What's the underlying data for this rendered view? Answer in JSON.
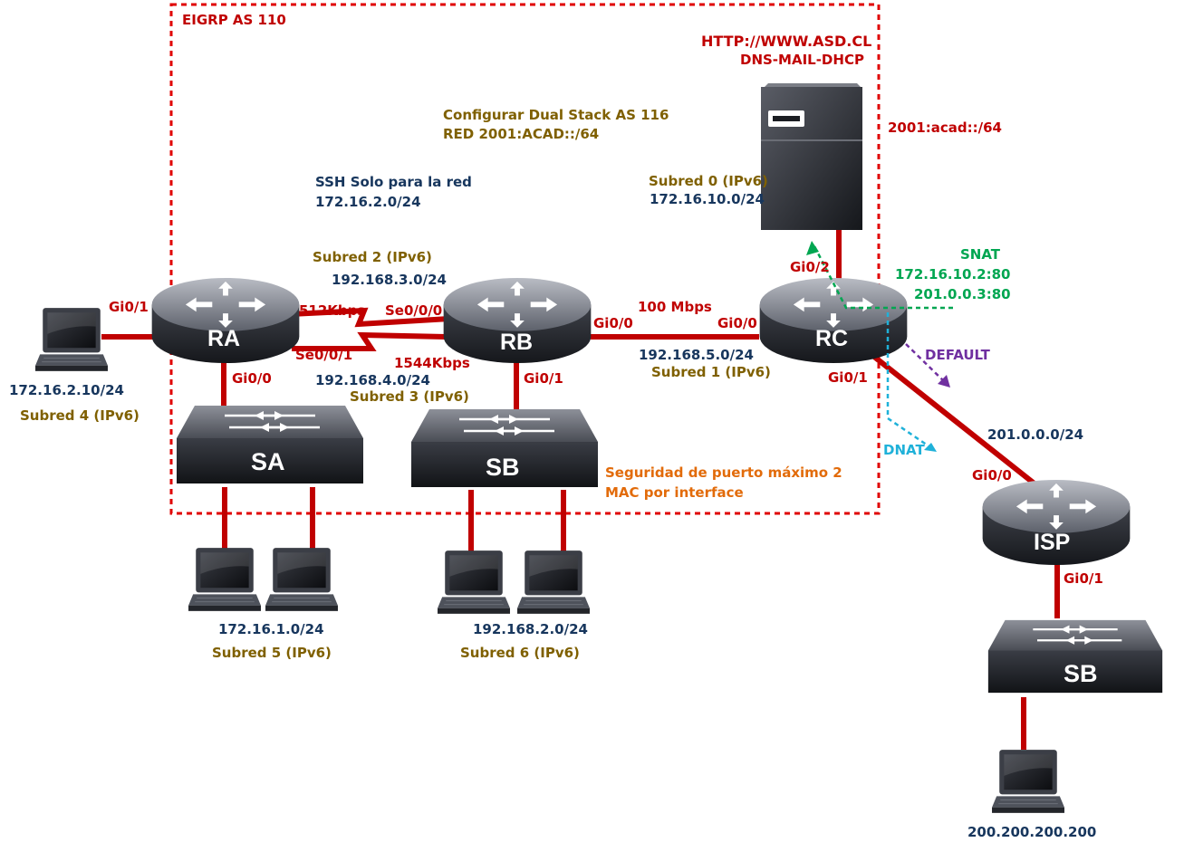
{
  "diagram": {
    "zone_title": "EIGRP AS 110",
    "server_url": "HTTP://WWW.ASD.CL",
    "server_services": "DNS-MAIL-DHCP",
    "server_ipv6_net": "2001:acad::/64",
    "dual_stack_line1": "Configurar Dual Stack AS 116",
    "dual_stack_line2": "RED 2001:ACAD::/64",
    "ssh_line1": "SSH Solo para la red",
    "ssh_line2": "172.16.2.0/24",
    "security_line1": "Seguridad de puerto máximo 2",
    "security_line2": "MAC por interface",
    "devices": {
      "ra": "RA",
      "rb": "RB",
      "rc": "RC",
      "isp": "ISP",
      "sa": "SA",
      "sb": "SB",
      "sb_isp": "SB"
    },
    "links": {
      "ra_pc_port": "Gi0/1",
      "ra_sa_port": "Gi0/0",
      "serial_speed_top": "512Kbps",
      "serial_port_rb_top": "Se0/0/0",
      "serial_port_ra_bottom": "Se0/0/1",
      "serial_speed_bottom": "1544Kbps",
      "subnet2_name": "Subred 2 (IPv6)",
      "subnet2_net": "192.168.3.0/24",
      "subnet3_net": "192.168.4.0/24",
      "subnet3_name": "Subred 3 (IPv6)",
      "rb_sb_port": "Gi0/1",
      "rb_rc_port_rb": "Gi0/0",
      "rb_rc_speed": "100 Mbps",
      "rb_rc_port_rc": "Gi0/0",
      "subnet1_net": "192.168.5.0/24",
      "subnet1_name": "Subred 1 (IPv6)",
      "rc_server_port": "Gi0/2",
      "subnet0_name": "Subred 0 (IPv6)",
      "subnet0_net": "172.16.10.0/24",
      "rc_isp_port_rc": "Gi0/1",
      "isp_net": "201.0.0.0/24",
      "isp_port_rc": "Gi0/0",
      "isp_sb_port": "Gi0/1"
    },
    "nat": {
      "snat_title": "SNAT",
      "snat_inside": "172.16.10.2:80",
      "snat_outside": "201.0.0.3:80",
      "default_label": "DEFAULT",
      "dnat_label": "DNAT"
    },
    "hosts": {
      "pc_ra_ip": "172.16.2.10/24",
      "pc_ra_subnet": "Subred 4 (IPv6)",
      "sa_net": "172.16.1.0/24",
      "sa_subnet": "Subred 5 (IPv6)",
      "sb_net": "192.168.2.0/24",
      "sb_subnet": "Subred 6 (IPv6)",
      "isp_pc_ip": "200.200.200.200"
    },
    "colors": {
      "link": "#c00000",
      "zone_border": "#e00000",
      "snat": "#00a651",
      "default": "#7030a0",
      "dnat": "#1fb1d9",
      "device_body": "#2b2e36"
    },
    "icons": [
      "router-icon",
      "switch-icon",
      "server-icon",
      "laptop-icon",
      "serial-lightning-link"
    ]
  }
}
